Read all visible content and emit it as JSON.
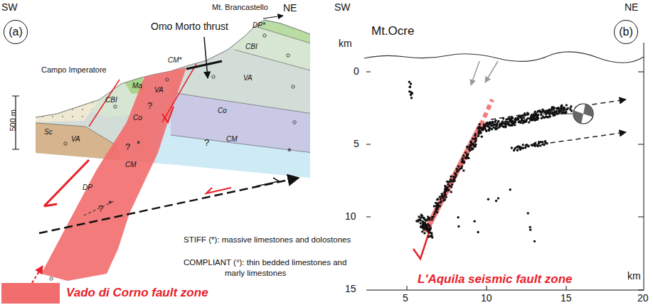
{
  "diagram": {
    "nodes": [
      {
        "text": [
          "(a)"
        ]
      },
      {
        "text": [
          "(b)"
        ]
      }
    ],
    "labels": [
      "SW",
      "Mt. Brancastello",
      "NE",
      "DP*",
      "Omo Morto thrust",
      "CBI",
      "CM*",
      "VA",
      "Campo Imperatore",
      "Ma",
      "CBI",
      "VA",
      "Co",
      "Co",
      "?",
      "CM",
      "Sc",
      "VA",
      "*",
      "?",
      "?",
      "*",
      "CM",
      "DP",
      "?",
      "*",
      "500 m",
      "SW",
      "NE",
      "km",
      "0",
      "5",
      "10",
      "15",
      "Mt.Ocre",
      "km",
      "5",
      "10",
      "15",
      "20",
      "L'Aquila seismic fault zone"
    ],
    "legend": [
      {
        "text": "STIFF (*): massive limestones and dolostones"
      },
      {
        "text": "COMPLIANT (°): thin bedded limestones and marly limestones"
      },
      {
        "text": "Vado di Corno fault zone",
        "color": "#f26d6d"
      }
    ]
  }
}
